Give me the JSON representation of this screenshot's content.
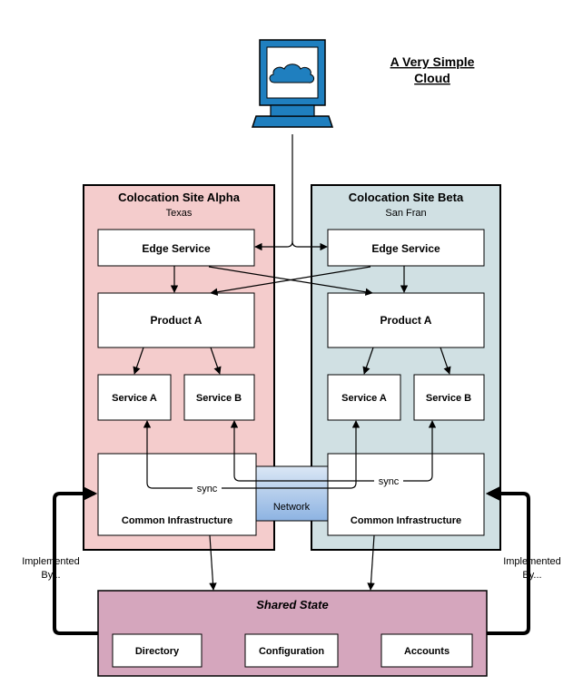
{
  "title": {
    "line1": "A Very Simple",
    "line2": "Cloud"
  },
  "site_alpha": {
    "name": "Colocation Site Alpha",
    "location": "Texas",
    "edge": "Edge Service",
    "product": "Product A",
    "service_a": "Service A",
    "service_b": "Service B",
    "infra": "Common Infrastructure",
    "sync": "sync"
  },
  "site_beta": {
    "name": "Colocation Site Beta",
    "location": "San Fran",
    "edge": "Edge Service",
    "product": "Product A",
    "service_a": "Service A",
    "service_b": "Service B",
    "infra": "Common Infrastructure",
    "sync": "sync"
  },
  "network": "Network",
  "shared_state": {
    "title": "Shared State",
    "items": [
      "Directory",
      "Configuration",
      "Accounts"
    ]
  },
  "implemented_left": {
    "line1": "Implemented",
    "line2": "By..."
  },
  "implemented_right": {
    "line1": "Implemented",
    "line2": "By..."
  },
  "colors": {
    "alpha_fill": "#f4cccc",
    "beta_fill": "#d0e0e3",
    "shared_fill": "#d5a6bd",
    "computer_blue": "#1f7fbf",
    "network_top": "#dbe7f5",
    "network_bottom": "#8db3e2"
  },
  "icons": {
    "client": "computer-cloud-icon"
  }
}
